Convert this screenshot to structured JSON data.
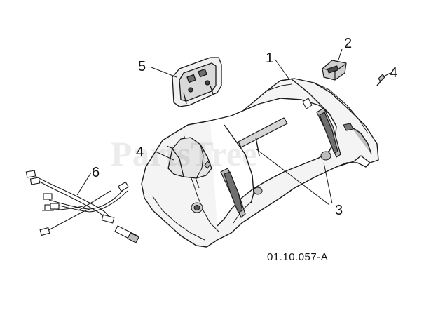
{
  "diagram": {
    "callouts": {
      "c1": "1",
      "c2": "2",
      "c3": "3",
      "c4a": "4",
      "c4b": "4",
      "c5": "5",
      "c6": "6"
    },
    "drawing_id": "01.10.057-A",
    "watermark": "PartsTree",
    "parts": [
      {
        "number": "1",
        "depicts": "dashboard-housing"
      },
      {
        "number": "2",
        "depicts": "switch-module"
      },
      {
        "number": "3",
        "depicts": "slot-inserts"
      },
      {
        "number": "4",
        "depicts": "screw"
      },
      {
        "number": "5",
        "depicts": "control-panel"
      },
      {
        "number": "6",
        "depicts": "wire-harness"
      }
    ],
    "colors": {
      "line": "#1a1a1a",
      "fill_light": "#f4f4f4",
      "fill_mid": "#d6d6d6",
      "fill_dark": "#8a8a8a"
    }
  }
}
